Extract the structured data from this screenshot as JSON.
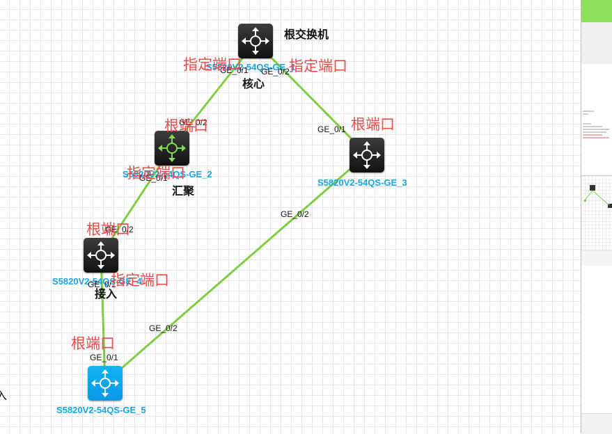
{
  "topology": {
    "nodes": [
      {
        "id": "core",
        "device_name": "S5820V2-54QS-GE_1",
        "alias": "核心",
        "title": "根交换机",
        "style": "dark"
      },
      {
        "id": "agg",
        "device_name": "S5820V2-54QS-GE_2",
        "alias": "汇聚",
        "style": "green"
      },
      {
        "id": "sw3",
        "device_name": "S5820V2-54QS-GE_3",
        "style": "dark"
      },
      {
        "id": "access",
        "device_name": "S5820V2-54QS-GE_4",
        "alias": "接入",
        "style": "dark"
      },
      {
        "id": "sw5",
        "device_name": "S5820V2-54QS-GE_5",
        "style": "blue"
      }
    ],
    "links": [
      {
        "from": "core",
        "from_port": "GE_0/1",
        "to": "agg",
        "to_port": "GE_0/2",
        "color": "#7dcd43"
      },
      {
        "from": "core",
        "from_port": "GE_0/2",
        "to": "sw3",
        "to_port": "GE_0/1",
        "color": "#7dcd43"
      },
      {
        "from": "agg",
        "from_port": "GE_0/1",
        "to": "access",
        "to_port": "GE_0/2",
        "color": "#7dcd43"
      },
      {
        "from": "access",
        "from_port": "GE_0/1",
        "to": "sw5",
        "to_port": "GE_0/1",
        "color": "#7dcd43"
      },
      {
        "from": "sw3",
        "from_port": "GE_0/2",
        "to": "sw5",
        "to_port": "GE_0/2",
        "color": "#7dcd43"
      }
    ],
    "annotations": [
      {
        "id": "core-left",
        "text": "指定端口"
      },
      {
        "id": "core-right",
        "text": "指定端口"
      },
      {
        "id": "agg-top",
        "text": "根端口"
      },
      {
        "id": "agg-bottom",
        "text": "指定端口"
      },
      {
        "id": "sw3-top",
        "text": "根端口"
      },
      {
        "id": "access-top",
        "text": "根端口"
      },
      {
        "id": "access-bottom",
        "text": "指定端口"
      },
      {
        "id": "sw5-top",
        "text": "根端口"
      }
    ],
    "edge_text": "入",
    "colors": {
      "link": "#7dcd43",
      "device_name": "#17a3e8",
      "annotation": "#ef4848",
      "panel_accent": "#8de05a"
    }
  }
}
